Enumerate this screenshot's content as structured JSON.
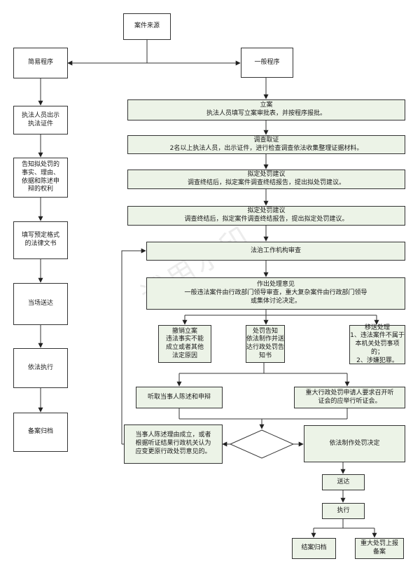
{
  "flowchart": {
    "source": "案件来源",
    "simple_program": {
      "title": "简易程序",
      "steps": [
        "执法人员出示\n执法证件",
        "告知拟处罚的\n事实、理由、\n依据和陈述申\n辩的权利",
        "填写预定格式\n的法律文书",
        "当场送达",
        "依法执行",
        "备案归档"
      ]
    },
    "general_program": {
      "title": "一般程序",
      "filing": "立案\n执法人员填写立案审批表，并按程序报批。",
      "investigation": "调查取证\n2名以上执法人员，出示证件，进行检查调查依法收集整理证据材料。",
      "proposal": "拟定处罚建议\n调查终结后，拟定案件调查终结报告，提出拟处罚建议。",
      "proposal2": "拟定处罚建议\n调查终结后，拟定案件调查终结报告，提出拟定处罚建议。",
      "legal_review": "法治工作机构审查",
      "decision_opinion": "作出处理意见\n一般违法案件由行政部门领导审查，重大复杂案件由行政部门领导\n或集体讨论决定。",
      "branches": {
        "cancel": "撤销立案\n违法事实不能\n成立或者其他\n法定原因",
        "notify": "处罚告知\n依法制作并送\n达行政处罚告\n知书",
        "transfer": "移送处理\n1、违法案件不属于\n本机关处罚事项的；\n2、涉嫌犯罪。"
      },
      "hear_statement": "听取当事人陈述和申辩",
      "hearing": "重大行政处罚申请人要求召开听\n证会的应举行听证会。",
      "reconsider": "当事人陈述理由成立，或者\n根据听证结果行政机关认为\n应变更原行政处罚意见的。",
      "make_decision": "依法制作处罚决定",
      "deliver": "送达",
      "execute": "执行",
      "close_archive": "结案归档",
      "major_record": "重大处罚上报\n备案"
    },
    "watermark": "试用水印"
  }
}
